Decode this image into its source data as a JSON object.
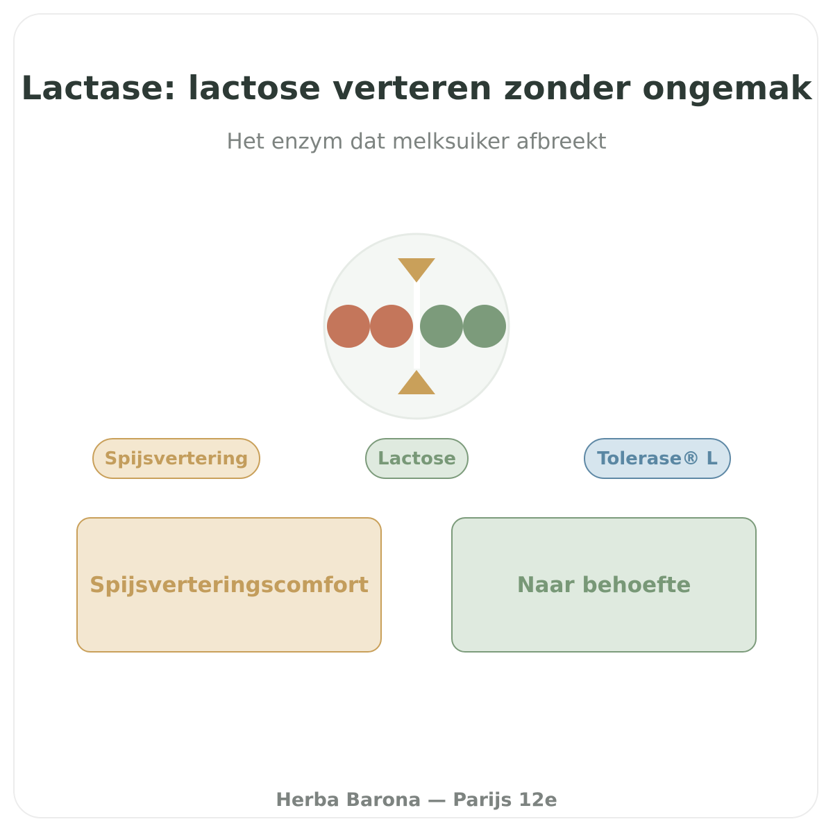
{
  "header": {
    "title": "Lactase: lactose verteren zonder ongemak",
    "subtitle": "Het enzym dat melksuiker afbreekt"
  },
  "illustration": {
    "name": "lactose-split-diagram",
    "colors": {
      "circle_bg": "#f4f7f4",
      "circle_border": "#e6ebe6",
      "left_molecules": "#c4765b",
      "right_molecules": "#7c9b7b",
      "enzyme_arrows": "#c9a05a",
      "cut_line": "#ffffff"
    }
  },
  "tags": [
    {
      "label": "Spijsvertering"
    },
    {
      "label": "Lactose"
    },
    {
      "label": "Tolerase® L"
    }
  ],
  "boxes": [
    {
      "label": "Spijsverteringscomfort"
    },
    {
      "label": "Naar behoefte"
    }
  ],
  "footer": {
    "text": "Herba Barona — Parijs 12e"
  },
  "colors": {
    "gold": "#c9a05a",
    "green": "#7c9b7b",
    "blue": "#5e88a5",
    "title": "#2d3a35",
    "muted": "#7d8380"
  }
}
